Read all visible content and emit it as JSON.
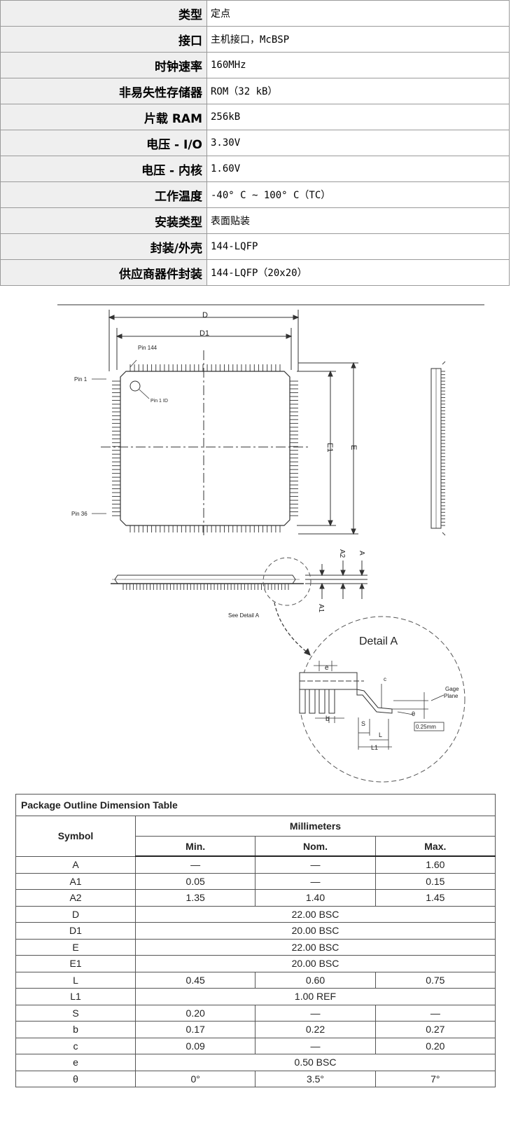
{
  "spec": {
    "rows": [
      {
        "key": "类型",
        "value": "定点"
      },
      {
        "key": "接口",
        "value": "主机接口，McBSP"
      },
      {
        "key": "时钟速率",
        "value": "160MHz"
      },
      {
        "key": "非易失性存储器",
        "value": "ROM（32 kB）"
      },
      {
        "key": "片载 RAM",
        "value": "256kB"
      },
      {
        "key": "电压 - I/O",
        "value": "3.30V"
      },
      {
        "key": "电压 - 内核",
        "value": "1.60V"
      },
      {
        "key": "工作温度",
        "value": "-40° C ~ 100° C（TC）"
      },
      {
        "key": "安装类型",
        "value": "表面贴装"
      },
      {
        "key": "封装/外壳",
        "value": "144-LQFP"
      },
      {
        "key": "供应商器件封装",
        "value": "144-LQFP（20x20）"
      }
    ]
  },
  "drawing": {
    "labels": {
      "D": "D",
      "D1": "D1",
      "pin144": "Pin 144",
      "pin1": "Pin 1",
      "pin1id": "Pin 1 ID",
      "pin36": "Pin 36",
      "E1": "E1",
      "E": "E",
      "A2": "A2",
      "A": "A",
      "A1": "A1",
      "see_detail": "See Detail A",
      "detail_title": "Detail A",
      "e": "e",
      "b": "b",
      "c": "c",
      "gage": "Gage",
      "plane": "Plane",
      "theta": "θ",
      "S": "S",
      "L": "L",
      "L1": "L1",
      "gage_dim": "0.25mm"
    }
  },
  "dim_table": {
    "title": "Package Outline Dimension Table",
    "symbol_header": "Symbol",
    "unit_header": "Millimeters",
    "min_header": "Min.",
    "nom_header": "Nom.",
    "max_header": "Max.",
    "rows": [
      {
        "symbol": "A",
        "min": "—",
        "nom": "—",
        "max": "1.60"
      },
      {
        "symbol": "A1",
        "min": "0.05",
        "nom": "—",
        "max": "0.15"
      },
      {
        "symbol": "A2",
        "min": "1.35",
        "nom": "1.40",
        "max": "1.45"
      },
      {
        "symbol": "D",
        "span": "22.00 BSC"
      },
      {
        "symbol": "D1",
        "span": "20.00 BSC"
      },
      {
        "symbol": "E",
        "span": "22.00 BSC"
      },
      {
        "symbol": "E1",
        "span": "20.00 BSC"
      },
      {
        "symbol": "L",
        "min": "0.45",
        "nom": "0.60",
        "max": "0.75"
      },
      {
        "symbol": "L1",
        "span": "1.00 REF"
      },
      {
        "symbol": "S",
        "min": "0.20",
        "nom": "—",
        "max": "—"
      },
      {
        "symbol": "b",
        "min": "0.17",
        "nom": "0.22",
        "max": "0.27"
      },
      {
        "symbol": "c",
        "min": "0.09",
        "nom": "—",
        "max": "0.20"
      },
      {
        "symbol": "e",
        "span": "0.50 BSC"
      },
      {
        "symbol": "θ",
        "min": "0°",
        "nom": "3.5°",
        "max": "7°"
      }
    ]
  }
}
